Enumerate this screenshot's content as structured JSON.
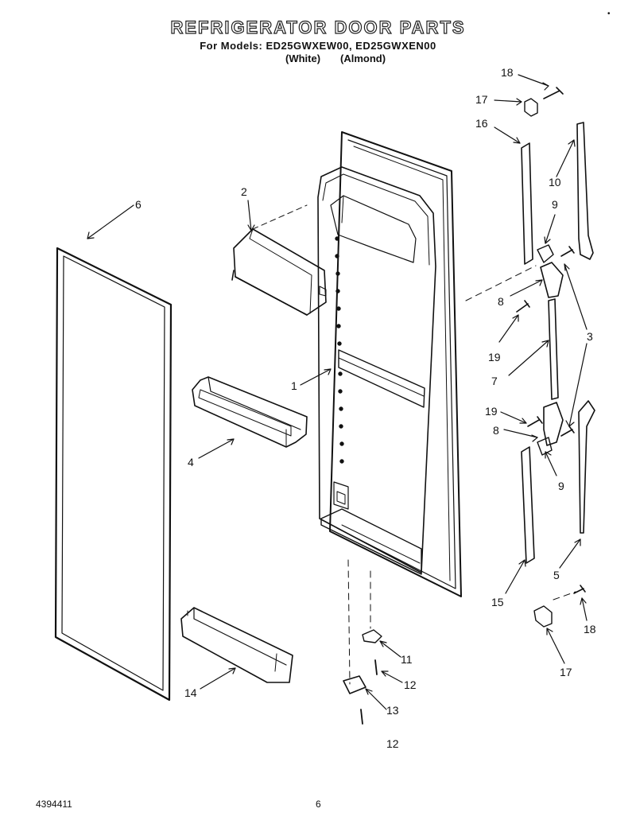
{
  "header": {
    "title": "REFRIGERATOR DOOR PARTS",
    "models_line": "For Models: ED25GWXEW00, ED25GWXEN00",
    "color_white": "(White)",
    "color_almond": "(Almond)"
  },
  "footer": {
    "doc_number": "4394411",
    "page": "6"
  },
  "corner_mark": "•",
  "callouts": {
    "door": "1",
    "dairy_bin": "2",
    "hinge_right_top": "3",
    "hinge_right_bottom": "3",
    "door_shelf": "4",
    "strip_lower_right": "5",
    "gasket": "6",
    "strip_middle": "7",
    "cap_upper": "8",
    "cap_lower": "8",
    "clip_upper": "9",
    "clip_lower": "9",
    "strip_upper_right": "10",
    "bottom_hinge": "11",
    "screw_upper": "12",
    "screw_lower": "12",
    "hinge_bracket": "13",
    "bottom_shelf": "14",
    "trim_lower": "15",
    "trim_upper": "16",
    "stop_top": "17",
    "stop_bottom": "17",
    "screw_top": "18",
    "screw_bottom": "18",
    "screw_19_upper": "19",
    "screw_19_lower": "19"
  }
}
